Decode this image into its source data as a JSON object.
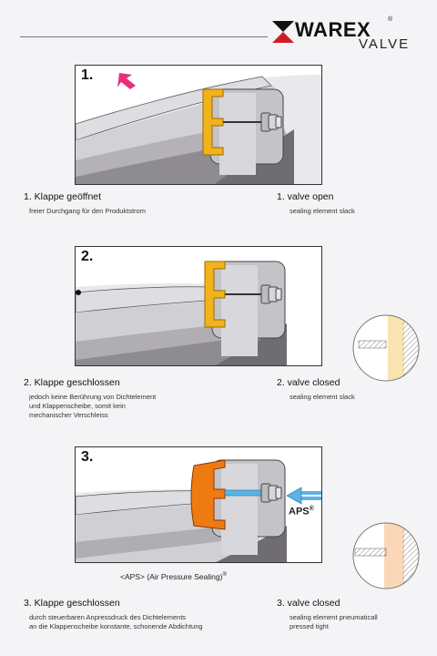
{
  "brand": {
    "name": "WAREX",
    "reg": "®",
    "sub": "VALVE"
  },
  "panels": [
    {
      "num": "1."
    },
    {
      "num": "2."
    },
    {
      "num": "3.",
      "aps_label": "APS",
      "aps_reg": "®"
    }
  ],
  "sections": [
    {
      "de_title": "1. Klappe geöffnet",
      "de_text": [
        "freier Durchgang für den Produktstrom"
      ],
      "en_title": "1. valve open",
      "en_text": [
        "sealing element slack"
      ]
    },
    {
      "de_title": "2. Klappe geschlossen",
      "de_text": [
        "jedoch keine Berührung von Dichtelement",
        "und Klappenscheibe, somit kein",
        "mechanischer Verschleiss"
      ],
      "en_title": "2. valve closed",
      "en_text": [
        "sealing element slack"
      ]
    },
    {
      "de_title": "3. Klappe geschlossen",
      "de_text": [
        "durch steuerbaren Anpressdruck des Dichtelements",
        "an die Klappenscheibe konstante, schonende Abdichtung"
      ],
      "en_title": "3. valve closed",
      "en_text": [
        "sealing element pneumaticall",
        "pressed tight"
      ]
    }
  ],
  "caption": {
    "text": "<APS> (Air Pressure Sealing)",
    "reg": "®"
  },
  "colors": {
    "seal_yellow": "#f2b21a",
    "seal_orange": "#f07a12",
    "arrow_pink": "#e8307a",
    "air_blue": "#5ab4e6"
  }
}
